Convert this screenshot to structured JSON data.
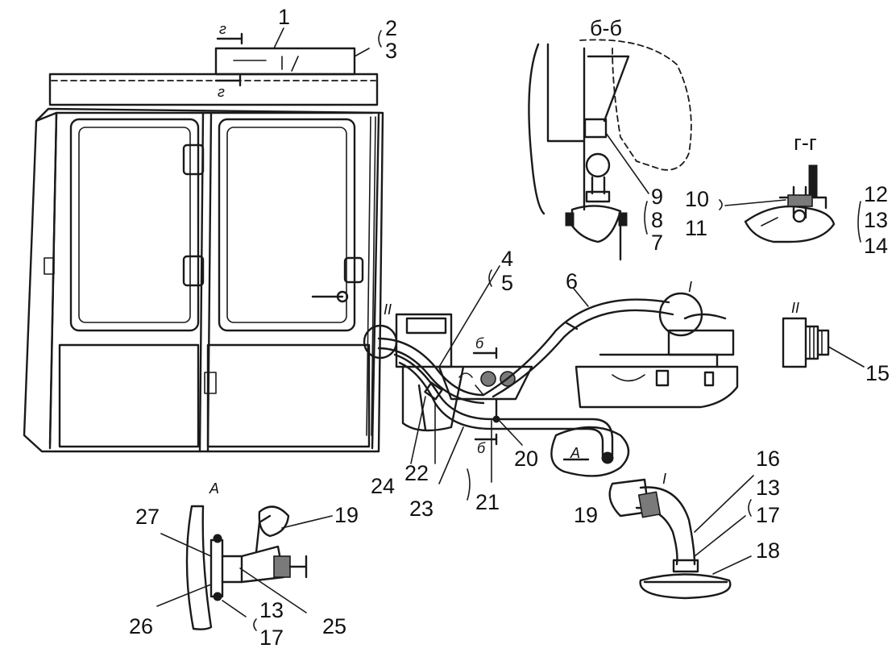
{
  "callouts": {
    "c1": "1",
    "c2": "2",
    "c3": "3",
    "c4": "4",
    "c5": "5",
    "c6": "6",
    "c7": "7",
    "c8": "8",
    "c9": "9",
    "c10": "10",
    "c11": "11",
    "c12": "12",
    "c13": "13",
    "c14": "14",
    "c15": "15",
    "c16": "16",
    "c13b": "13",
    "c17": "17",
    "c18": "18",
    "c19": "19",
    "c20": "20",
    "c21": "21",
    "c22": "22",
    "c23": "23",
    "c24": "24",
    "c19b": "19",
    "c27": "27",
    "c26": "26",
    "c25": "25",
    "c13c": "13",
    "c17b": "17"
  },
  "section_labels": {
    "section_bb": "б-б",
    "section_gg": "г-г",
    "cut_g_top": "г",
    "cut_g_bottom": "г",
    "cut_b_top": "б",
    "cut_b_bottom": "б"
  },
  "view_labels": {
    "view_I_main": "I",
    "view_I_detail": "I",
    "view_II_main": "II",
    "view_II_detail": "II",
    "view_A_main": "А",
    "view_A_detail": "А"
  }
}
